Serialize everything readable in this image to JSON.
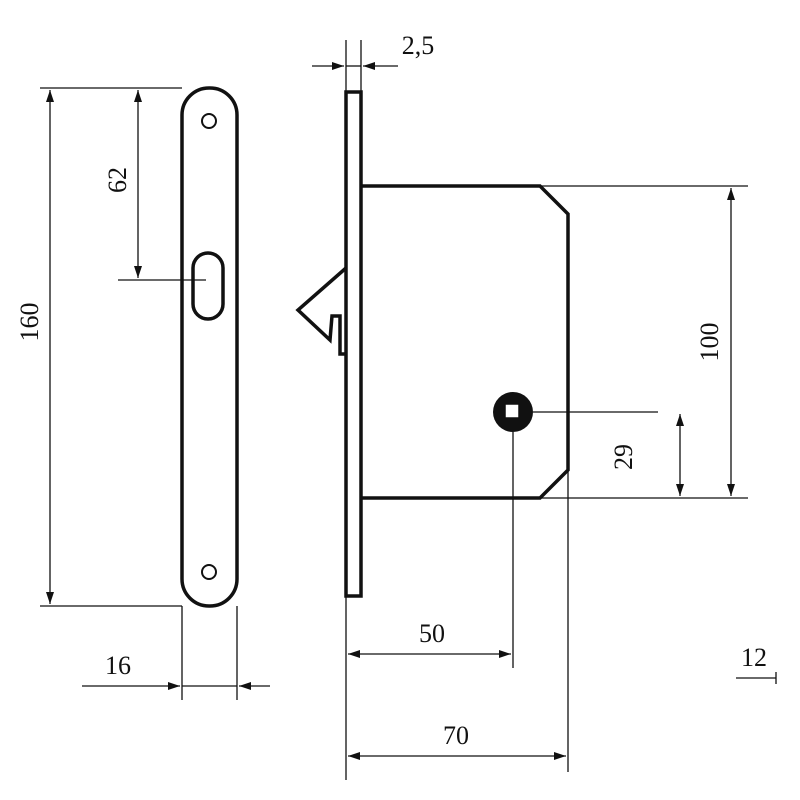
{
  "drawing": {
    "dimensions": {
      "plate_length": "160",
      "keyhole_offset": "62",
      "plate_width": "16",
      "faceplate_thickness": "2,5",
      "body_height": "100",
      "spindle_height": "29",
      "backset": "50",
      "case_depth": "70",
      "partial_label": "12"
    }
  }
}
